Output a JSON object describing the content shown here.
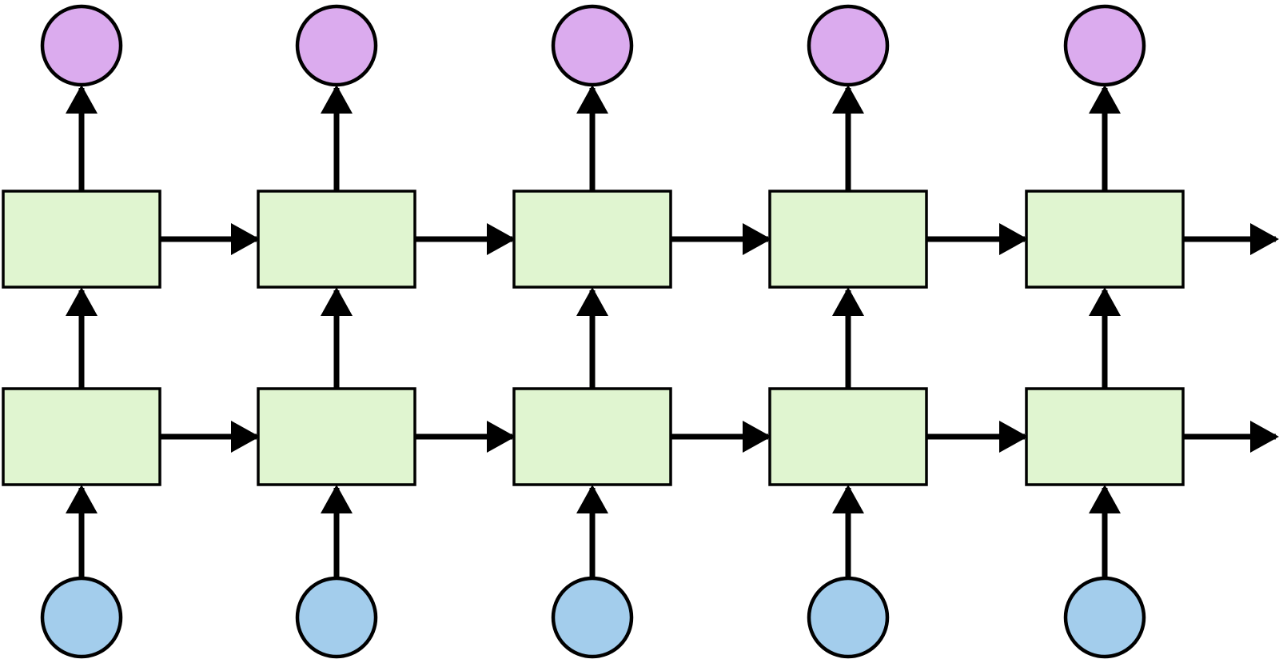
{
  "diagram": {
    "type": "unrolled-stacked-rnn",
    "time_steps": 5,
    "layers": 2,
    "colors": {
      "background": "#ffffff",
      "cell_fill": "#e0f5d0",
      "input_fill": "#a3cdec",
      "output_fill": "#dbabee",
      "stroke": "#000000"
    },
    "node_types": {
      "input": "input-node",
      "cell": "recurrent-cell",
      "output": "output-node"
    },
    "edges": {
      "vertical": "upward-arrow",
      "recurrent": "rightward-arrow",
      "final_recurrent_out": true
    }
  }
}
